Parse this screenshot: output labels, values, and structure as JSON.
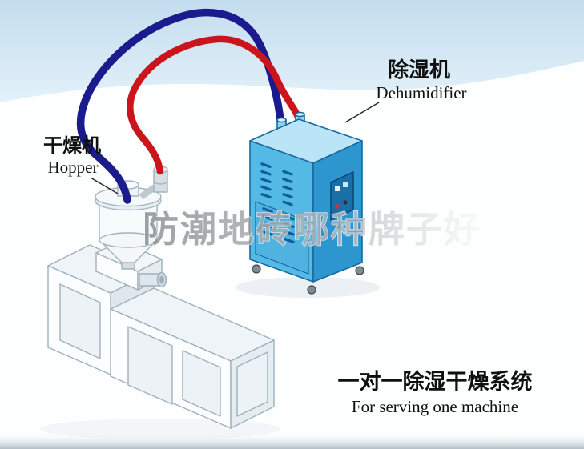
{
  "labels": {
    "dryer_cn": "干燥机",
    "dryer_en": "Hopper",
    "dehumidifier_cn": "除湿机",
    "dehumidifier_en": "Dehumidifier",
    "caption_cn": "一对一除湿干燥系统",
    "caption_en": "For serving one machine",
    "watermark": "防潮地砖哪种牌子好"
  },
  "colors": {
    "pipe_dark": "#1b1b8e",
    "pipe_red": "#c9151b",
    "cabinet_front": "#55b9e6",
    "cabinet_side": "#2e96cf",
    "cabinet_top": "#b9e5f6",
    "cabinet_stroke": "#176a9f",
    "background_band": "#cde4f2"
  }
}
